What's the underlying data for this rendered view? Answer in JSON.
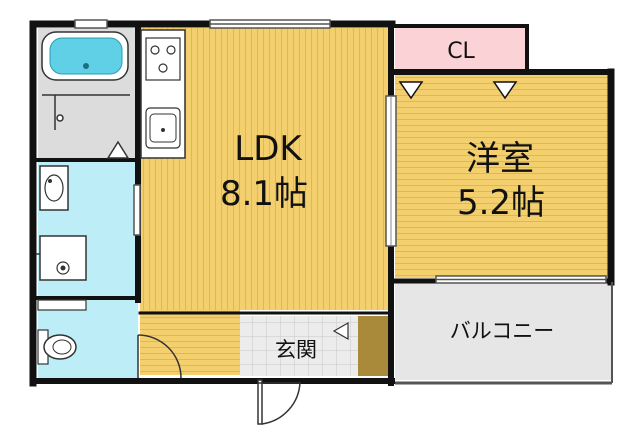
{
  "rooms": {
    "ldk": {
      "name": "LDK",
      "size": "8.1帖"
    },
    "western": {
      "name": "洋室",
      "size": "5.2帖"
    },
    "closet": {
      "name": "CL"
    },
    "entrance": {
      "name": "玄関"
    },
    "balcony": {
      "name": "バルコニー"
    }
  },
  "colors": {
    "floor_wood": "#f3cf6e",
    "floor_stripe": "#e2b651",
    "wet_area": "#bdeef8",
    "bath_tile": "#dcdcdc",
    "closet": "#fbd3d6",
    "balcony": "#e6e6e6",
    "entrance_tile": "#ececec",
    "shoe_box": "#a88a3a",
    "wall": "#111111",
    "tub": "#5fd0e6"
  }
}
